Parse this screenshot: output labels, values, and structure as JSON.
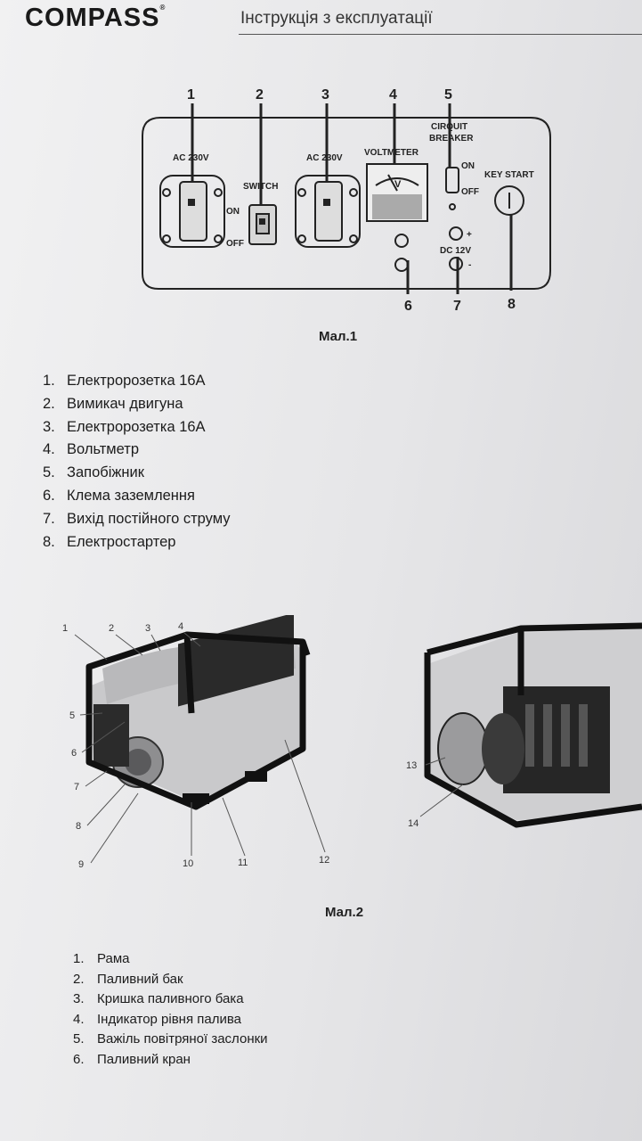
{
  "header": {
    "brand": "COMPASS",
    "brand_mark": "®",
    "subtitle": "Інструкція з експлуатації"
  },
  "figure1": {
    "caption": "Мал.1",
    "callout_numbers": [
      "1",
      "2",
      "3",
      "4",
      "5",
      "6",
      "7",
      "8"
    ],
    "labels": {
      "socket1": "AC 230V",
      "socket2": "AC 230V",
      "switch": "SWITCH",
      "switch_on": "ON",
      "switch_off": "OFF",
      "voltmeter": "VOLTMETER",
      "voltmeter_unit": "V",
      "breaker_line1": "CIRQUIT",
      "breaker_line2": "BREAKER",
      "breaker_on": "ON",
      "breaker_off": "OFF",
      "key_start": "KEY START",
      "dc": "DC 12V",
      "dc_plus": "+",
      "dc_minus": "-"
    },
    "items": [
      {
        "num": "1.",
        "text": "Електророзетка 16А"
      },
      {
        "num": "2.",
        "text": "Вимикач двигуна"
      },
      {
        "num": "3.",
        "text": "Електророзетка 16А"
      },
      {
        "num": "4.",
        "text": "Вольтметр"
      },
      {
        "num": "5.",
        "text": "Запобіжник"
      },
      {
        "num": "6.",
        "text": "Клема заземлення"
      },
      {
        "num": "7.",
        "text": "Вихід постійного струму"
      },
      {
        "num": "8.",
        "text": "Електростартер"
      }
    ]
  },
  "figure2": {
    "caption": "Мал.2",
    "callout_numbers": [
      "1",
      "2",
      "3",
      "4",
      "5",
      "6",
      "7",
      "8",
      "9",
      "10",
      "11",
      "12",
      "13",
      "14"
    ],
    "items": [
      {
        "num": "1.",
        "text": "Рама"
      },
      {
        "num": "2.",
        "text": "Паливний бак"
      },
      {
        "num": "3.",
        "text": "Кришка паливного бака"
      },
      {
        "num": "4.",
        "text": "Індикатор рівня палива"
      },
      {
        "num": "5.",
        "text": "Важіль повітряної заслонки"
      },
      {
        "num": "6.",
        "text": "Паливний кран"
      }
    ]
  }
}
